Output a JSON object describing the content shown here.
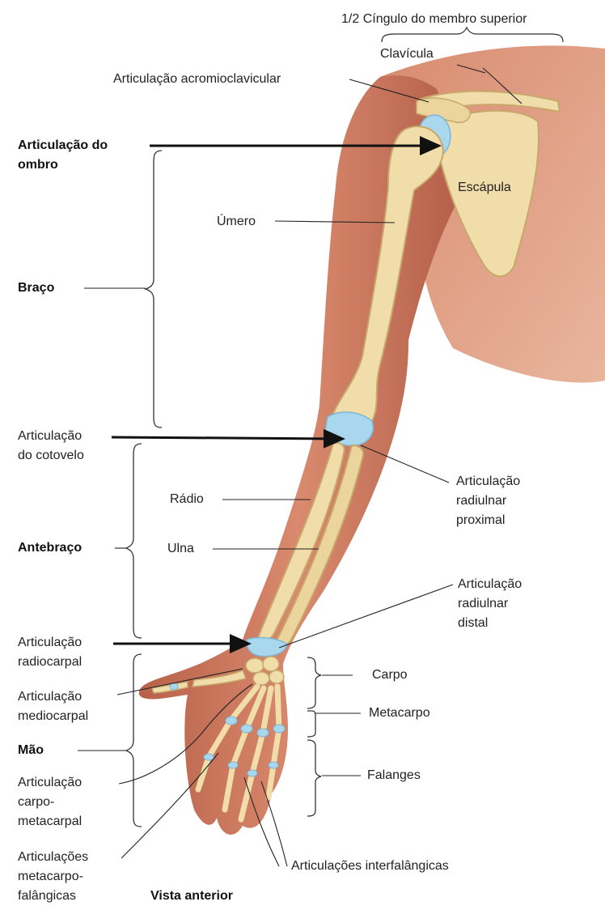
{
  "labels": {
    "cingulo": "1/2 Cíngulo do membro superior",
    "clavicula": "Clavícula",
    "art_acromio": "Articulação acromioclavicular",
    "art_ombro_1": "Articulação do",
    "art_ombro_2": "ombro",
    "escapula": "Escápula",
    "umero": "Úmero",
    "braco": "Braço",
    "art_cotovelo_1": "Articulação",
    "art_cotovelo_2": "do cotovelo",
    "radio": "Rádio",
    "ulna": "Ulna",
    "antebraco": "Antebraço",
    "radiulnar_prox_1": "Articulação",
    "radiulnar_prox_2": "radiulnar",
    "radiulnar_prox_3": "proximal",
    "radiulnar_dist_1": "Articulação",
    "radiulnar_dist_2": "radiulnar",
    "radiulnar_dist_3": "distal",
    "radiocarpal_1": "Articulação",
    "radiocarpal_2": "radiocarpal",
    "mediocarpal_1": "Articulação",
    "mediocarpal_2": "mediocarpal",
    "mao": "Mão",
    "carpometa_1": "Articulação",
    "carpometa_2": "carpo-",
    "carpometa_3": "metacarpal",
    "metafal_1": "Articulações",
    "metafal_2": "metacarpo-",
    "metafal_3": "falângicas",
    "carpo": "Carpo",
    "metacarpo": "Metacarpo",
    "falanges": "Falanges",
    "interfal": "Articulações interfalângicas",
    "vista": "Vista anterior"
  },
  "colors": {
    "skin": "#c9735a",
    "skin_dark": "#a8553f",
    "bone": "#f1ddaa",
    "bone_edge": "#c8a86a",
    "cartilage": "#a9d8ee",
    "line": "#222222"
  }
}
